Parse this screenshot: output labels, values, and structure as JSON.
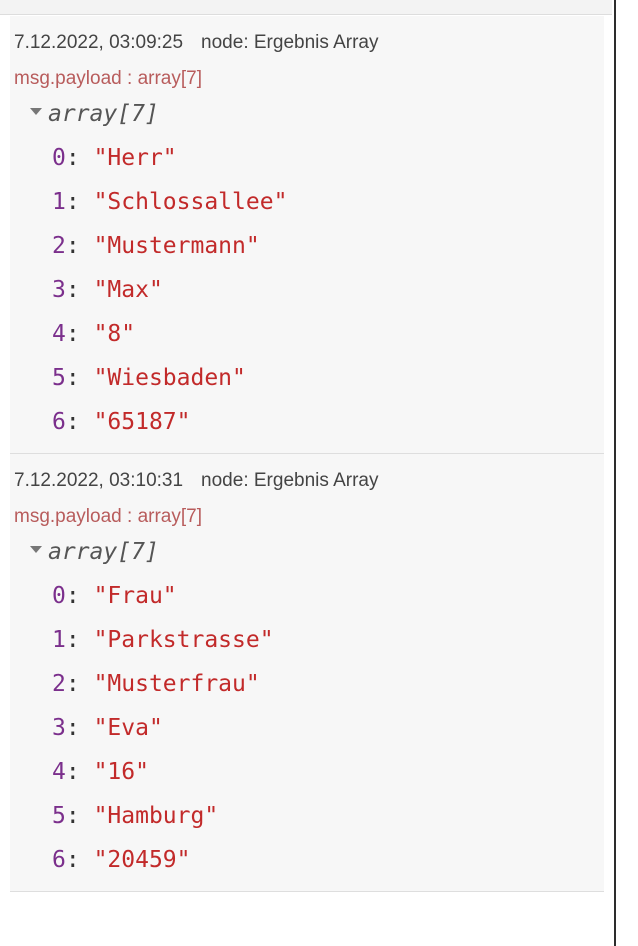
{
  "messages": [
    {
      "timestamp": "7.12.2022, 03:09:25",
      "node": "node: Ergebnis Array",
      "topic": "msg.payload : array[7]",
      "tree_label": "array[7]",
      "items": [
        {
          "index": "0",
          "value": "\"Herr\""
        },
        {
          "index": "1",
          "value": "\"Schlossallee\""
        },
        {
          "index": "2",
          "value": "\"Mustermann\""
        },
        {
          "index": "3",
          "value": "\"Max\""
        },
        {
          "index": "4",
          "value": "\"8\""
        },
        {
          "index": "5",
          "value": "\"Wiesbaden\""
        },
        {
          "index": "6",
          "value": "\"65187\""
        }
      ]
    },
    {
      "timestamp": "7.12.2022, 03:10:31",
      "node": "node: Ergebnis Array",
      "topic": "msg.payload : array[7]",
      "tree_label": "array[7]",
      "items": [
        {
          "index": "0",
          "value": "\"Frau\""
        },
        {
          "index": "1",
          "value": "\"Parkstrasse\""
        },
        {
          "index": "2",
          "value": "\"Musterfrau\""
        },
        {
          "index": "3",
          "value": "\"Eva\""
        },
        {
          "index": "4",
          "value": "\"16\""
        },
        {
          "index": "5",
          "value": "\"Hamburg\""
        },
        {
          "index": "6",
          "value": "\"20459\""
        }
      ]
    }
  ],
  "colors": {
    "index": "#7b2f8c",
    "value": "#c22a2a",
    "topic": "#b85c5c",
    "meta": "#444444"
  }
}
